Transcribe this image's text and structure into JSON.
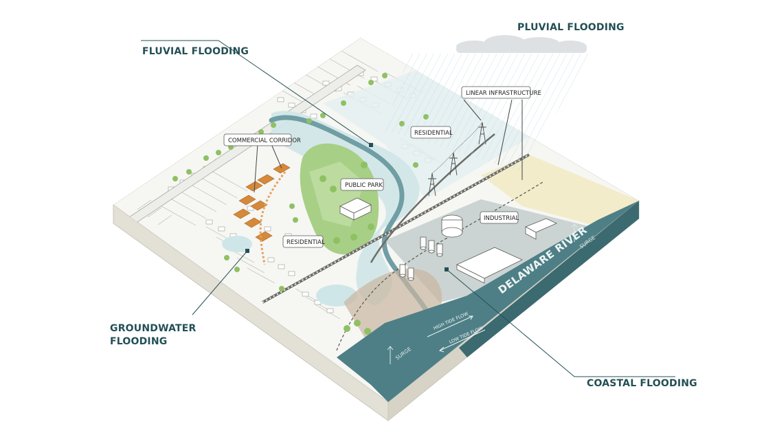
{
  "callouts": {
    "pluvial": "PLUVIAL FLOODING",
    "fluvial": "FLUVIAL FLOODING",
    "groundwater_line1": "GROUNDWATER",
    "groundwater_line2": "FLOODING",
    "coastal": "COASTAL FLOODING"
  },
  "labels": {
    "linear_infrastructure": "LINEAR INFRASTRUCTURE",
    "residential_north": "RESIDENTIAL",
    "commercial_corridor": "COMMERCIAL CORRIDOR",
    "public_park": "PUBLIC PARK",
    "industrial": "INDUSTRIAL",
    "residential_south": "RESIDENTIAL"
  },
  "river": {
    "name": "DELAWARE RIVER",
    "high_tide": "HIGH TIDE FLOW",
    "low_tide": "LOW TIDE FLOW",
    "surge_east": "SURGE",
    "surge_south": "SURGE"
  },
  "colors": {
    "heading": "#234f55",
    "river": "#4e7f86",
    "river_side": "#3b6a70",
    "ground_side": "#e3e1d6",
    "park": "#a8cf86",
    "flood_light": "#cfe6e8",
    "commercial": "#d6893a",
    "beach": "#f2ebc5"
  }
}
